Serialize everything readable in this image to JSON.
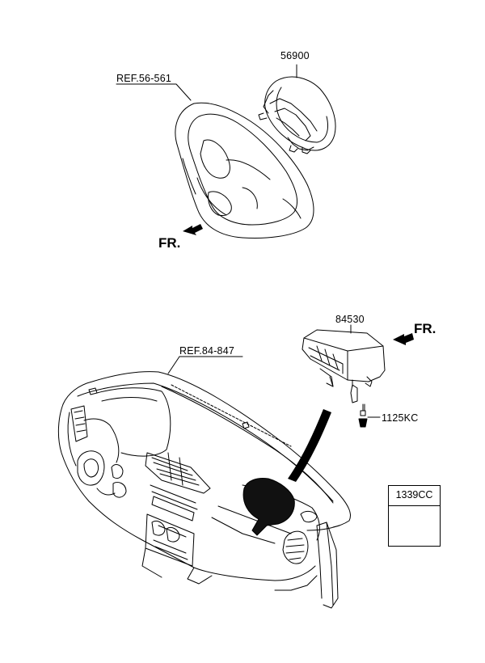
{
  "labels": {
    "airbag_driver": "56900",
    "steering_ref": "REF.56-561",
    "airbag_passenger": "84530",
    "bolt": "1125KC",
    "crashpad_ref": "REF.84-847",
    "nut": "1339CC"
  },
  "fr_top": "FR.",
  "fr_bottom": "FR."
}
